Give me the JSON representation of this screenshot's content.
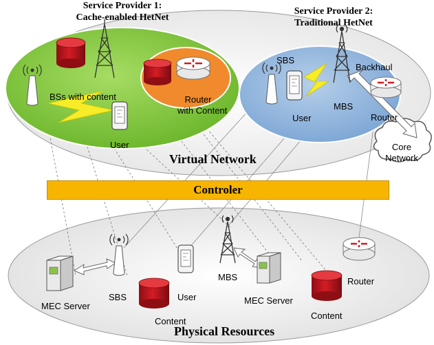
{
  "providers": {
    "sp1_line1": "Service Provider 1:",
    "sp1_line2": "Cache-enabled HetNet",
    "sp2_line1": "Service Provider 2:",
    "sp2_line2": "Traditional HetNet"
  },
  "virtual": {
    "bss_with_content": "BSs with content",
    "user_sp1": "User",
    "router_line1": "Router",
    "router_line2": "with Content",
    "sbs": "SBS",
    "user_sp2": "User",
    "mbs": "MBS",
    "backhaul": "Backhaul",
    "router": "Router",
    "network_title": "Virtual Network"
  },
  "core": {
    "line1": "Core",
    "line2": "Network"
  },
  "controller": "Controler",
  "physical": {
    "mec_server_left": "MEC Server",
    "sbs": "SBS",
    "content_left": "Content",
    "user": "User",
    "mbs": "MBS",
    "mec_server_right": "MEC Server",
    "content_right": "Content",
    "router": "Router",
    "title": "Physical Resources"
  },
  "colors": {
    "sp1_fill": "#79c43a",
    "sp2_fill": "#8fb5dc",
    "controller_fill": "#f7b500",
    "content_red": "#c0141b",
    "physical_fill": "#f1f1f1"
  }
}
